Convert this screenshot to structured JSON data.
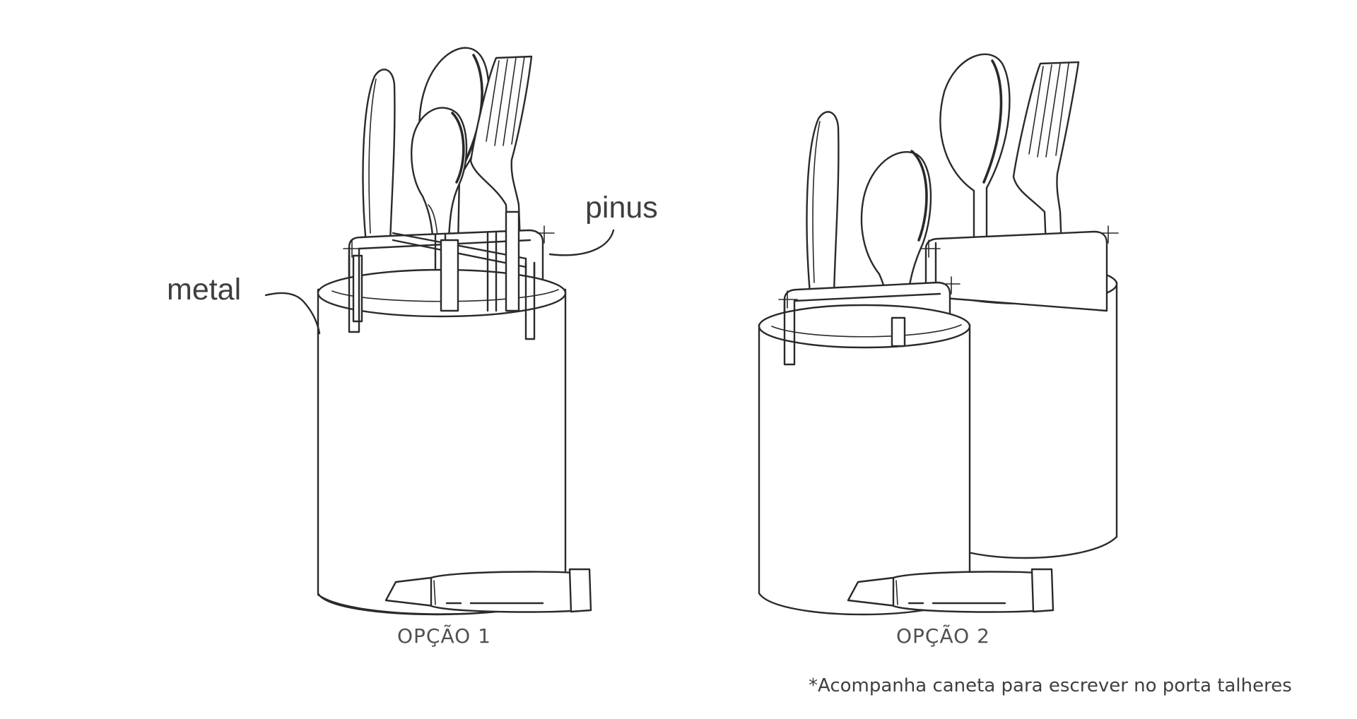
{
  "labels": {
    "metal": "metal",
    "pinus": "pinus",
    "option1": "OPÇÃO 1",
    "option2": "OPÇÃO 2",
    "footnote": "*Acompanha caneta para escrever no porta talheres"
  },
  "colors": {
    "ink": "#2a2a2a",
    "text": "#3f3f3f",
    "background": "#ffffff"
  }
}
